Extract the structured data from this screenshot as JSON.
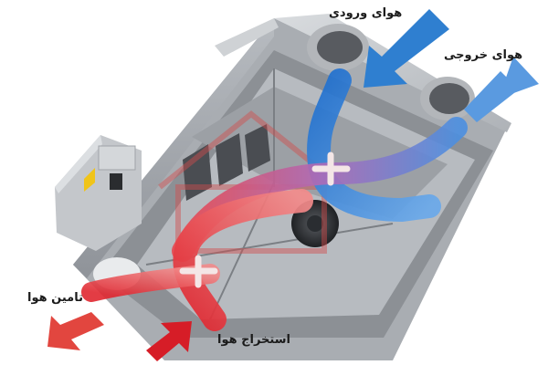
{
  "labels": {
    "fresh_air_inlet": "هوای ورودی",
    "exhaust_air_outlet": "هوای خروجی",
    "supply_air": "تامین هوا",
    "extract_air": "استخراج هوا"
  },
  "colors": {
    "cold_air": "#2f7fd0",
    "warm_air": "#e23b3b",
    "housing": "#c9ccd0",
    "watermark": "#d24b4b"
  },
  "icons": [
    "heat-exchanger-unit",
    "control-box",
    "fan",
    "duct-collar",
    "flow-arrow",
    "watermark-logo"
  ]
}
